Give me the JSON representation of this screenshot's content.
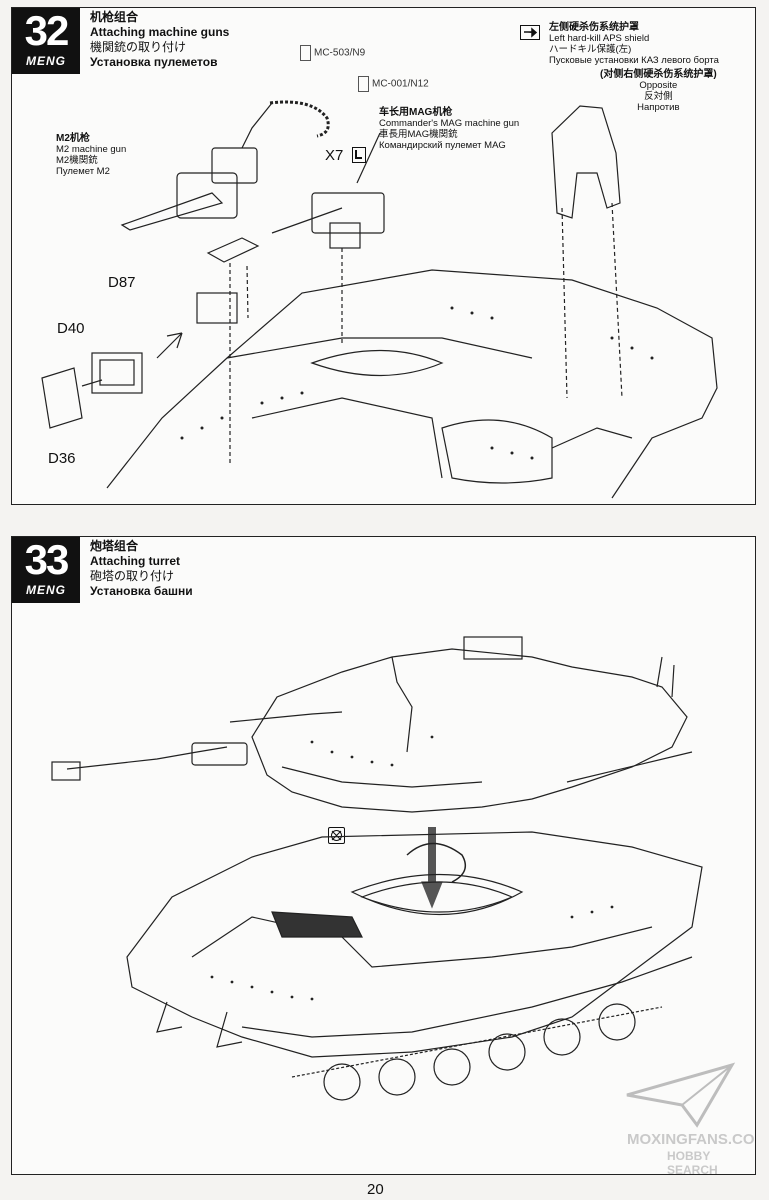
{
  "step32": {
    "number": "32",
    "brand": "MENG",
    "title_zh": "机枪组合",
    "title_en": "Attaching machine guns",
    "title_ja": "機関銃の取り付け",
    "title_ru": "Установка пулеметов",
    "part_mc503": "MC-503/N9",
    "part_mc001": "MC-001/N12",
    "qty": "X7",
    "m2_zh": "M2机枪",
    "m2_en": "M2 machine gun",
    "m2_ja": "M2機関銃",
    "m2_ru": "Пулемет М2",
    "mag_zh": "车长用MAG机枪",
    "mag_en": "Commander's MAG machine gun",
    "mag_ja": "車長用MAG機関銃",
    "mag_ru": "Командирский пулемет MAG",
    "aps_zh": "左侧硬杀伤系统护罩",
    "aps_en": "Left hard-kill APS shield",
    "aps_ja": "ハードキル保護(左)",
    "aps_ru": "Пусковые установки КАЗ левого борта",
    "opp_zh": "(对侧右侧硬杀伤系统护罩)",
    "opp_en": "Opposite",
    "opp_ja": "反対側",
    "opp_ru": "Напротив",
    "d87": "D87",
    "d40": "D40",
    "d36": "D36"
  },
  "step33": {
    "number": "33",
    "brand": "MENG",
    "title_zh": "炮塔组合",
    "title_en": "Attaching turret",
    "title_ja": "砲塔の取り付け",
    "title_ru": "Установка башни"
  },
  "page_number": "20",
  "watermark": {
    "site1": "MOXINGFANS.COM",
    "site2": "HOBBY SEARCH"
  },
  "icons": [
    "glue-icon",
    "cement-icon",
    "no-glue-icon",
    "paper-plane-logo"
  ]
}
